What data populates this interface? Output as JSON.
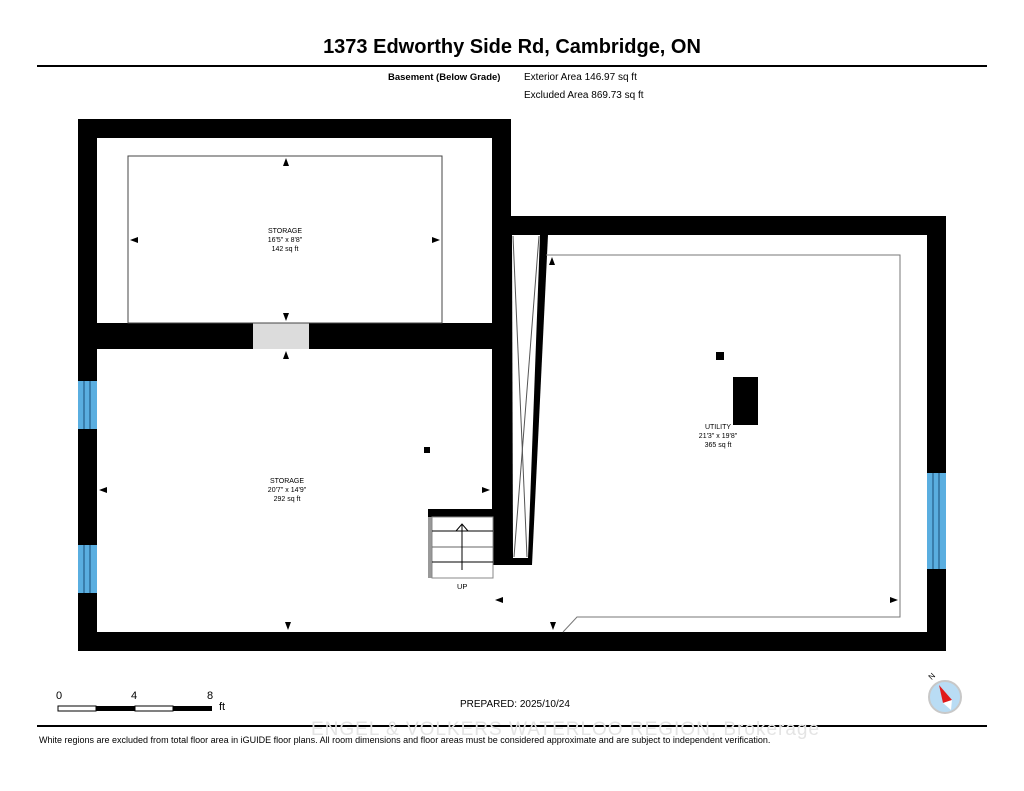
{
  "header": {
    "title": "1373 Edworthy Side Rd, Cambridge, ON"
  },
  "floor_summary": {
    "floor_name": "Basement (Below Grade)",
    "exterior_area": "Exterior Area 146.97 sq ft",
    "excluded_area": "Excluded Area 869.73 sq ft"
  },
  "rooms": [
    {
      "name": "STORAGE",
      "dimensions": "16'5\" x 8'8\"",
      "area": "142 sq ft"
    },
    {
      "name": "STORAGE",
      "dimensions": "20'7\" x 14'9\"",
      "area": "292 sq ft"
    },
    {
      "name": "UTILITY",
      "dimensions": "21'3\" x 19'8\"",
      "area": "365 sq ft"
    }
  ],
  "stairs": {
    "label": "UP"
  },
  "scale_bar": {
    "ticks": [
      "0",
      "4",
      "8"
    ],
    "unit": "ft"
  },
  "footer": {
    "prepared": "PREPARED: 2025/10/24",
    "watermark": "ENGEL & VOLKERS WATERLOO REGION, Brokerage",
    "disclaimer": "White regions are excluded from total floor area in iGUIDE floor plans. All room dimensions and floor areas must be considered approximate and are subject to independent verification."
  },
  "compass": {
    "label": "N"
  },
  "colors": {
    "wall": "#000000",
    "window": "#5aaee0",
    "door_opening": "#dcdcdc",
    "compass_fill": "#b9dcf4",
    "compass_needle": "#e01b1b"
  }
}
